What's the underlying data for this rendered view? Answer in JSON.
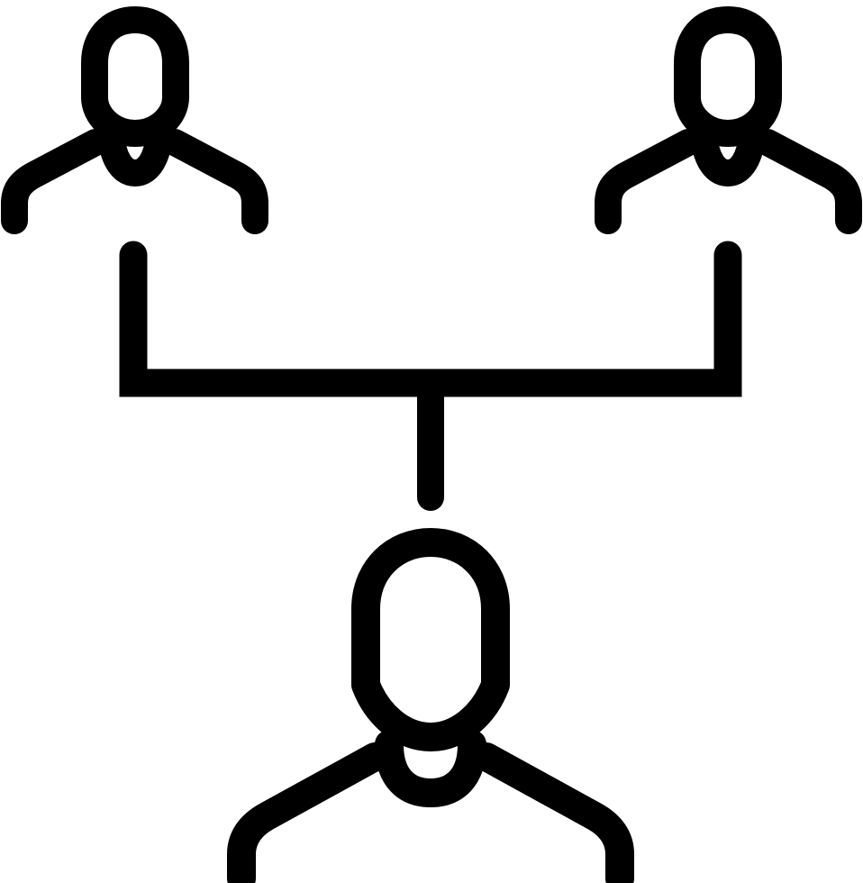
{
  "icon": {
    "name": "team-hierarchy-icon",
    "stroke_color": "#000000",
    "background_color": "#ffffff",
    "nodes": [
      {
        "role": "top-left-person",
        "icon": "person-icon"
      },
      {
        "role": "top-right-person",
        "icon": "person-icon"
      },
      {
        "role": "bottom-person",
        "icon": "person-icon"
      }
    ]
  }
}
